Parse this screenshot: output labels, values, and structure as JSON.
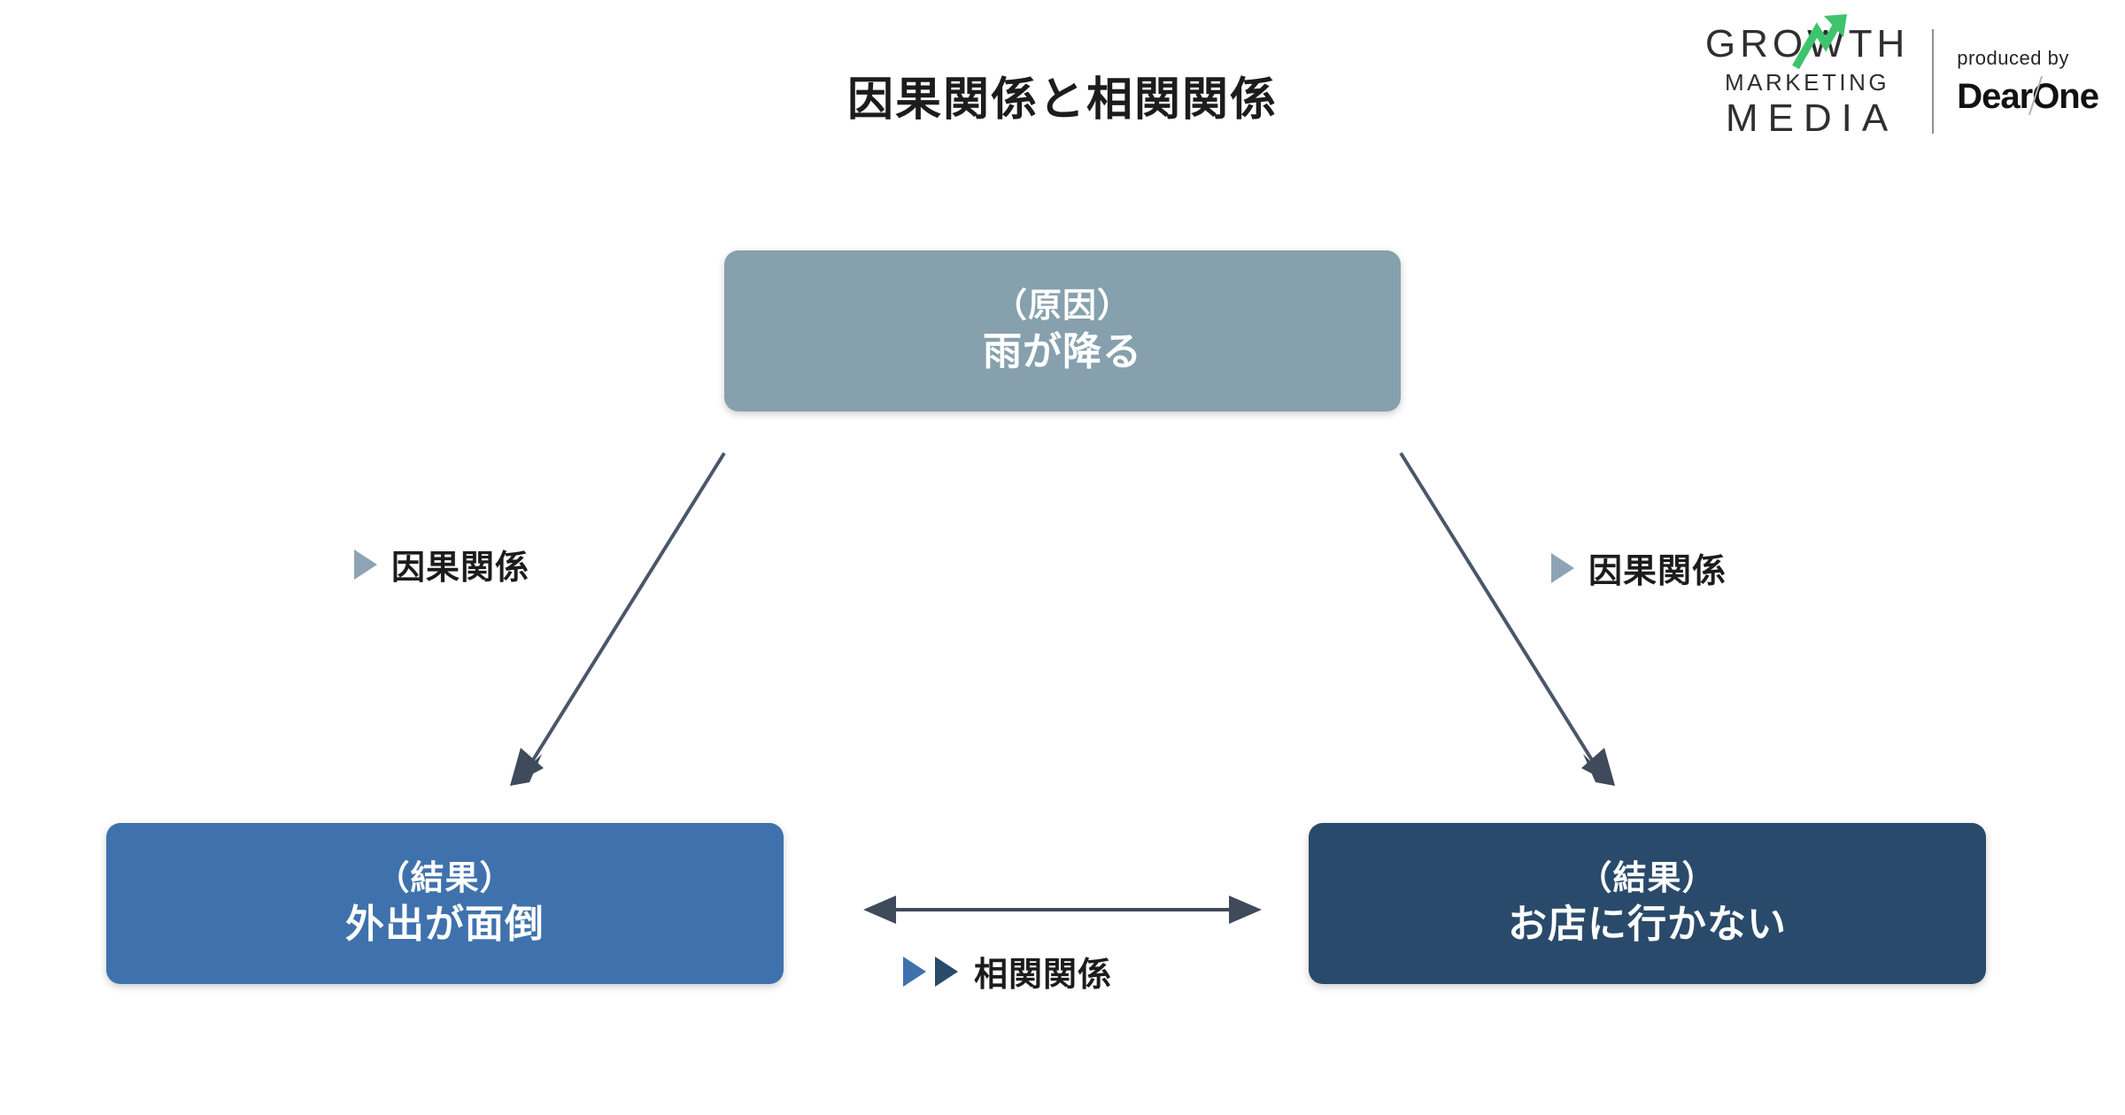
{
  "page": {
    "title": "因果関係と相関関係",
    "background_color": "#ffffff"
  },
  "logo": {
    "brand_line1": "GROWTH",
    "brand_line2": "MARKETING",
    "brand_line3": "MEDIA",
    "brand_color": "#2f2f2f",
    "arrow_color": "#3ec46d",
    "produced_by": "produced by",
    "partner": "DearOne",
    "partner_color": "#111111"
  },
  "diagram": {
    "type": "causal-correlation-diagram",
    "nodes": [
      {
        "id": "cause",
        "line1": "（原因）",
        "line2": "雨が降る",
        "color": "#86a0ad",
        "text_color": "#ffffff"
      },
      {
        "id": "effect-left",
        "line1": "（結果）",
        "line2": "外出が面倒",
        "color": "#3f72ad",
        "text_color": "#ffffff"
      },
      {
        "id": "effect-right",
        "line1": "（結果）",
        "line2": "お店に行かない",
        "color": "#2a4a6b",
        "text_color": "#ffffff"
      }
    ],
    "edges": [
      {
        "id": "causal-left",
        "label": "因果関係",
        "from": "cause",
        "to": "effect-left",
        "marker_color": "#8ea4b4",
        "line_color": "#4a5768",
        "direction": "one-way"
      },
      {
        "id": "causal-right",
        "label": "因果関係",
        "from": "cause",
        "to": "effect-right",
        "marker_color": "#8ea4b4",
        "line_color": "#4a5768",
        "direction": "one-way"
      },
      {
        "id": "correlation",
        "label": "相関関係",
        "from": "effect-left",
        "to": "effect-right",
        "marker_color_1": "#3f72ad",
        "marker_color_2": "#2a4a6b",
        "line_color": "#3f4a5a",
        "direction": "two-way"
      }
    ]
  }
}
